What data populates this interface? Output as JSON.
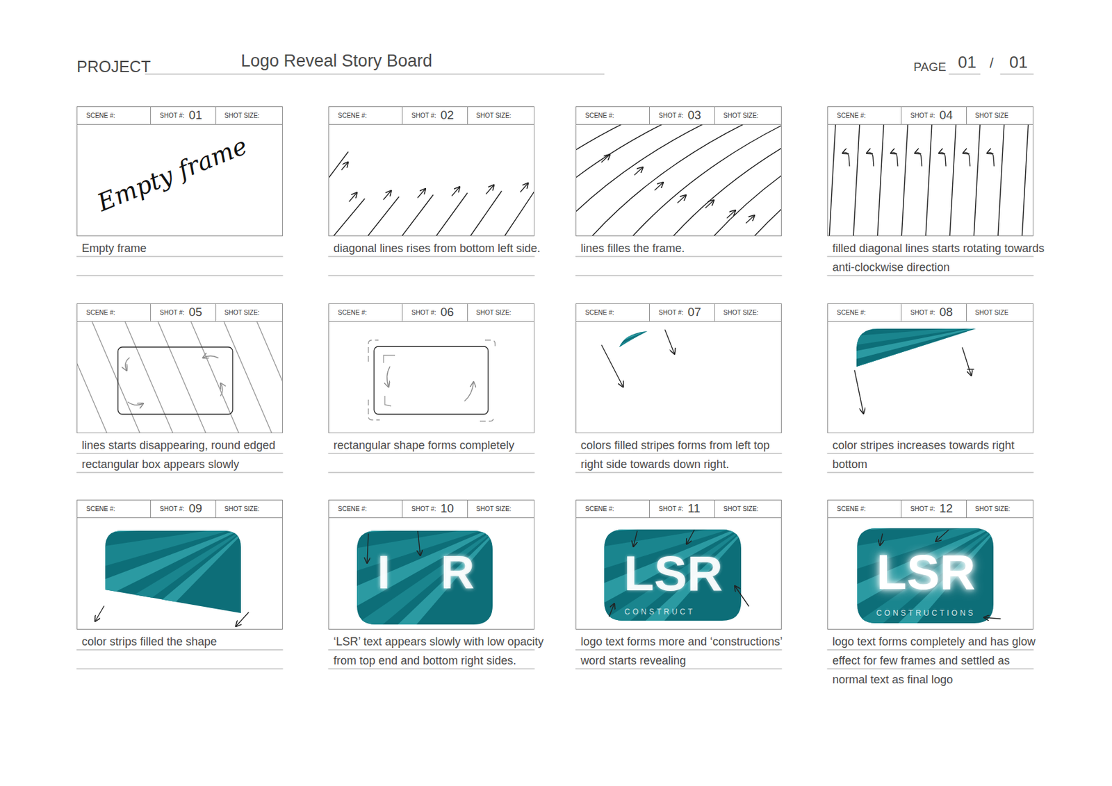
{
  "diagram": {
    "title": "Logo Reveal Story Board",
    "nodes": [
      {
        "text": [
          "SCENE #:",
          "SHOT #:",
          "01",
          "SHOT SIZE:",
          "Empty frame",
          "Empty frame"
        ]
      },
      {
        "text": [
          "SCENE #:",
          "SHOT #:",
          "02",
          "SHOT SIZE:",
          "diagonal lines rises from bottom left side."
        ]
      },
      {
        "text": [
          "SCENE #:",
          "SHOT #:",
          "03",
          "SHOT SIZE:",
          "lines filles the frame."
        ]
      },
      {
        "text": [
          "SCENE #:",
          "SHOT #:",
          "04",
          "SHOT SIZE",
          "filled diagonal lines starts rotating towards anti-clockwise direction"
        ]
      },
      {
        "text": [
          "SCENE #:",
          "SHOT #:",
          "05",
          "SHOT SIZE:",
          "lines starts disappearing, round edged rectangular box appears slowly"
        ]
      },
      {
        "text": [
          "SCENE #:",
          "SHOT #:",
          "06",
          "SHOT SIZE:",
          "rectangular shape forms completely"
        ]
      },
      {
        "text": [
          "SCENE #:",
          "SHOT #:",
          "07",
          "SHOT SIZE:",
          "colors filled stripes forms from left top right side towards down right."
        ]
      },
      {
        "text": [
          "SCENE #:",
          "SHOT #:",
          "08",
          "SHOT SIZE",
          "color stripes increases towards right bottom"
        ]
      },
      {
        "text": [
          "SCENE #:",
          "SHOT #:",
          "09",
          "SHOT SIZE:",
          "color strips filled the shape"
        ]
      },
      {
        "text": [
          "SCENE #:",
          "SHOT #:",
          "10",
          "SHOT SIZE:",
          "I",
          "R",
          "‘LSR’ text appears slowly with low opacity from top end and bottom right sides."
        ]
      },
      {
        "text": [
          "SCENE #:",
          "SHOT #:",
          "11",
          "SHOT SIZE:",
          "LSR",
          "CONSTRUCT",
          "logo text forms more and ‘constructions’ word starts revealing"
        ]
      },
      {
        "text": [
          "SCENE #:",
          "SHOT #:",
          "12",
          "SHOT SIZE:",
          "LSR",
          "CONSTRUCTIONS",
          "logo text forms completely and has glow effect for few frames and settled as normal text as final logo"
        ]
      }
    ],
    "labels": [
      "PROJECT",
      "PAGE",
      "01",
      "/",
      "01"
    ]
  }
}
